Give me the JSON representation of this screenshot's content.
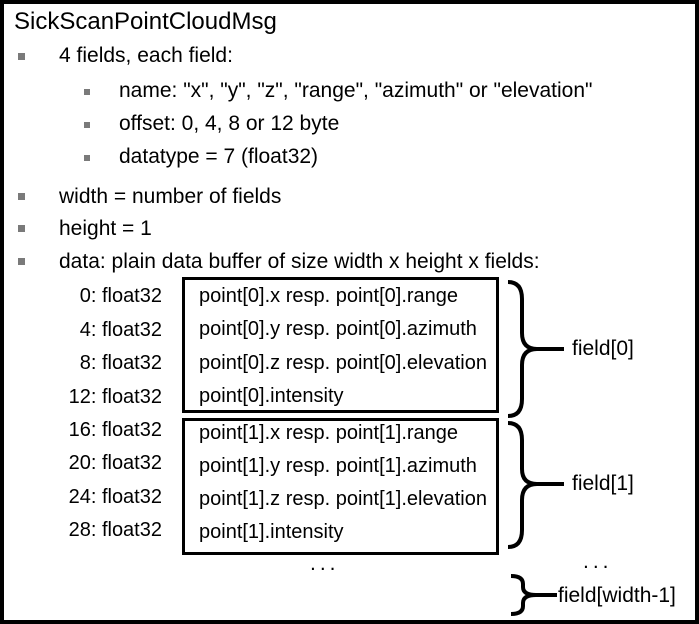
{
  "title": "SickScanPointCloudMsg",
  "bullets": {
    "items": [
      {
        "label": "4 fields, each field:",
        "sub": [
          "name: \"x\", \"y\", \"z\", \"range\", \"azimuth\" or \"elevation\"",
          "offset: 0, 4, 8 or 12 byte",
          "datatype = 7 (float32)"
        ]
      },
      {
        "label": "width = number of fields"
      },
      {
        "label": "height = 1"
      },
      {
        "label": "data: plain data buffer of size width x height x fields:"
      }
    ]
  },
  "buffer": {
    "blocks": [
      {
        "label": "field[0]",
        "rows": [
          {
            "offset": "0: float32",
            "value": "point[0].x resp. point[0].range"
          },
          {
            "offset": "4: float32",
            "value": "point[0].y resp. point[0].azimuth"
          },
          {
            "offset": "8: float32",
            "value": "point[0].z resp. point[0].elevation"
          },
          {
            "offset": "12: float32",
            "value": "point[0].intensity"
          }
        ]
      },
      {
        "label": "field[1]",
        "rows": [
          {
            "offset": "16: float32",
            "value": "point[1].x resp. point[1].range"
          },
          {
            "offset": "20: float32",
            "value": "point[1].y resp. point[1].azimuth"
          },
          {
            "offset": "24: float32",
            "value": "point[1].z resp. point[1].elevation"
          },
          {
            "offset": "28: float32",
            "value": "point[1].intensity"
          }
        ]
      }
    ],
    "ellipsis_center": "...",
    "ellipsis_right": "...",
    "last_field_label": "field[width-1]"
  },
  "colors": {
    "text": "#000000",
    "bullet_marker": "#7a7a7a",
    "border": "#000000",
    "background": "#ffffff"
  }
}
